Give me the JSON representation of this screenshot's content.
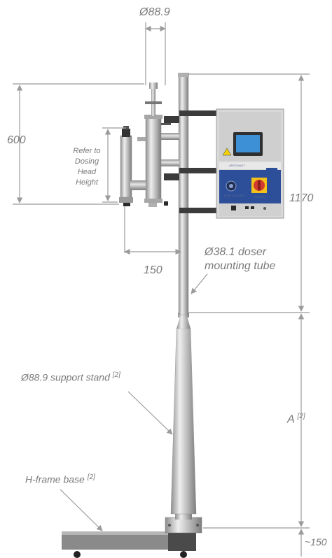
{
  "dimensions": {
    "top_width": "Ø88.9",
    "dosing_height": "600",
    "tube_length": "1170",
    "offset": "150",
    "stand_height": "A",
    "stand_height_note": "[2]",
    "base_height": "~150"
  },
  "labels": {
    "dosing_note": "Refer to Dosing Head Height",
    "mounting_tube": "Ø38.1 doser mounting tube",
    "support_stand": "Ø88.9 support stand",
    "support_stand_note": "[2]",
    "base": "H-frame base",
    "base_note": "[2]"
  },
  "panel": {
    "brand_text": "ARGONAUT",
    "left_knob_caption": "MAIN CONTROL",
    "right_knob_caption": "POWER"
  },
  "colors": {
    "line": "#9b9b9b",
    "steel": "#c9c9c9",
    "panel": "#dcdcdc",
    "screen": "#3d8fd6",
    "accent_blue": "#2d4f9a",
    "switch_red": "#d23b2f",
    "switch_yellow": "#f2c21b",
    "warning": "#f5d10a"
  }
}
